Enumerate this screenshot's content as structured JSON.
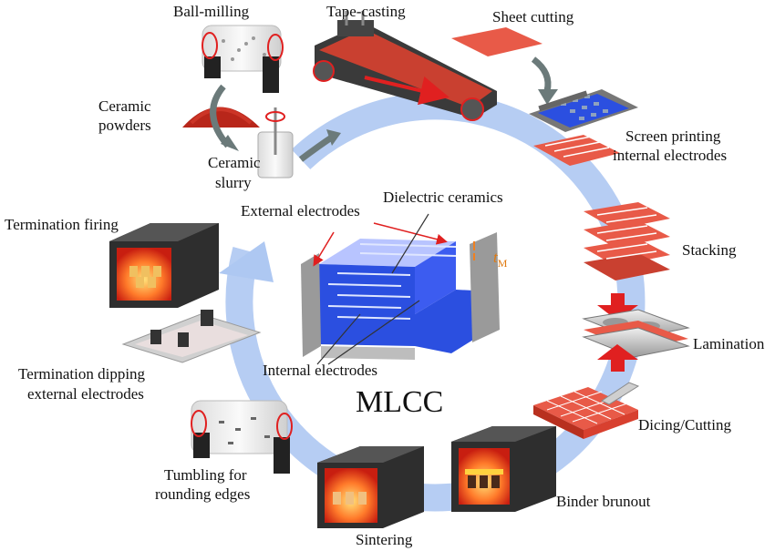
{
  "center_label": "MLCC",
  "capacitor": {
    "external_electrodes": "External electrodes",
    "dielectric_ceramics": "Dielectric ceramics",
    "internal_electrodes": "Internal electrodes",
    "thickness_symbol": "t",
    "thickness_subscript": "M"
  },
  "steps": {
    "ball_milling": "Ball-milling",
    "tape_casting": "Tape-casting",
    "sheet_cutting": "Sheet cutting",
    "ceramic_powders_1": "Ceramic",
    "ceramic_powders_2": "powders",
    "ceramic_slurry_1": "Ceramic",
    "ceramic_slurry_2": "slurry",
    "screen_printing_1": "Screen printing",
    "screen_printing_2": "internal electrodes",
    "stacking": "Stacking",
    "lamination": "Lamination",
    "dicing": "Dicing/Cutting",
    "binder_burnout": "Binder brunout",
    "sintering": "Sintering",
    "tumbling_1": "Tumbling for",
    "tumbling_2": "rounding edges",
    "termination_dipping_1": "Termination dipping",
    "termination_dipping_2": "external electrodes",
    "termination_firing": "Termination firing"
  },
  "colors": {
    "cycle_ring": "#aec8f2",
    "ceramic_red": "#e0483a",
    "electrode_blue": "#2b4fe0",
    "furnace_dark": "#2e2e2e",
    "arrow_gray": "#6b7a7a",
    "arrow_red": "#e02020"
  }
}
